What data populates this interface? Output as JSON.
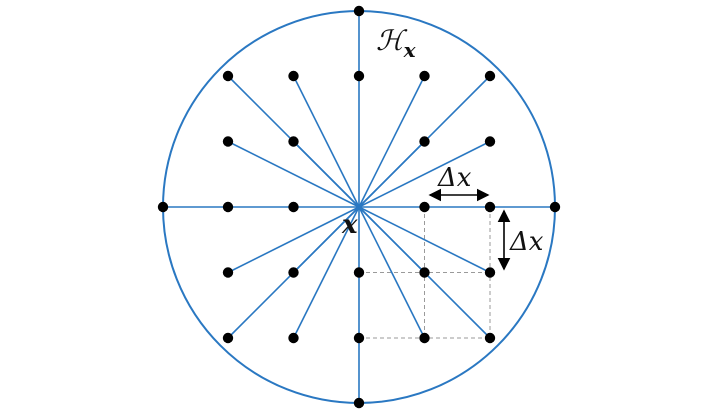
{
  "colors": {
    "circle": "#2a78c2",
    "ray": "#2a78c2",
    "point": "#000000",
    "grid_dash": "#9a9a9a",
    "arrow": "#000000",
    "background": "#ffffff"
  },
  "labels": {
    "hx_script": "ℋ",
    "hx_sub": "x",
    "center": "x",
    "delta_top": "Δx",
    "delta_right": "Δx"
  },
  "grid": {
    "description_free": true,
    "step_units": 1,
    "points_grid": [
      [
        -2,
        2
      ],
      [
        -1,
        2
      ],
      [
        0,
        2
      ],
      [
        1,
        2
      ],
      [
        2,
        2
      ],
      [
        -2,
        1
      ],
      [
        -1,
        1
      ],
      [
        1,
        1
      ],
      [
        2,
        1
      ],
      [
        -2,
        0
      ],
      [
        -1,
        0
      ],
      [
        1,
        0
      ],
      [
        2,
        0
      ],
      [
        -2,
        -1
      ],
      [
        -1,
        -1
      ],
      [
        0,
        -1
      ],
      [
        1,
        -1
      ],
      [
        2,
        -1
      ],
      [
        -2,
        -2
      ],
      [
        -1,
        -2
      ],
      [
        0,
        -2
      ],
      [
        1,
        -2
      ],
      [
        2,
        -2
      ]
    ],
    "axis_points": [
      [
        0,
        3
      ],
      [
        0,
        -3
      ],
      [
        -3,
        0
      ],
      [
        3,
        0
      ]
    ],
    "ray_targets": [
      [
        -2,
        2
      ],
      [
        -1,
        2
      ],
      [
        0,
        3
      ],
      [
        1,
        2
      ],
      [
        2,
        2
      ],
      [
        -2,
        1
      ],
      [
        -1,
        1
      ],
      [
        1,
        1
      ],
      [
        2,
        1
      ],
      [
        -3,
        0
      ],
      [
        3,
        0
      ],
      [
        -2,
        -1
      ],
      [
        -1,
        -1
      ],
      [
        1,
        -1
      ],
      [
        2,
        -1
      ],
      [
        -2,
        -2
      ],
      [
        -1,
        -2
      ],
      [
        0,
        -3
      ],
      [
        1,
        -2
      ],
      [
        2,
        -2
      ]
    ]
  }
}
